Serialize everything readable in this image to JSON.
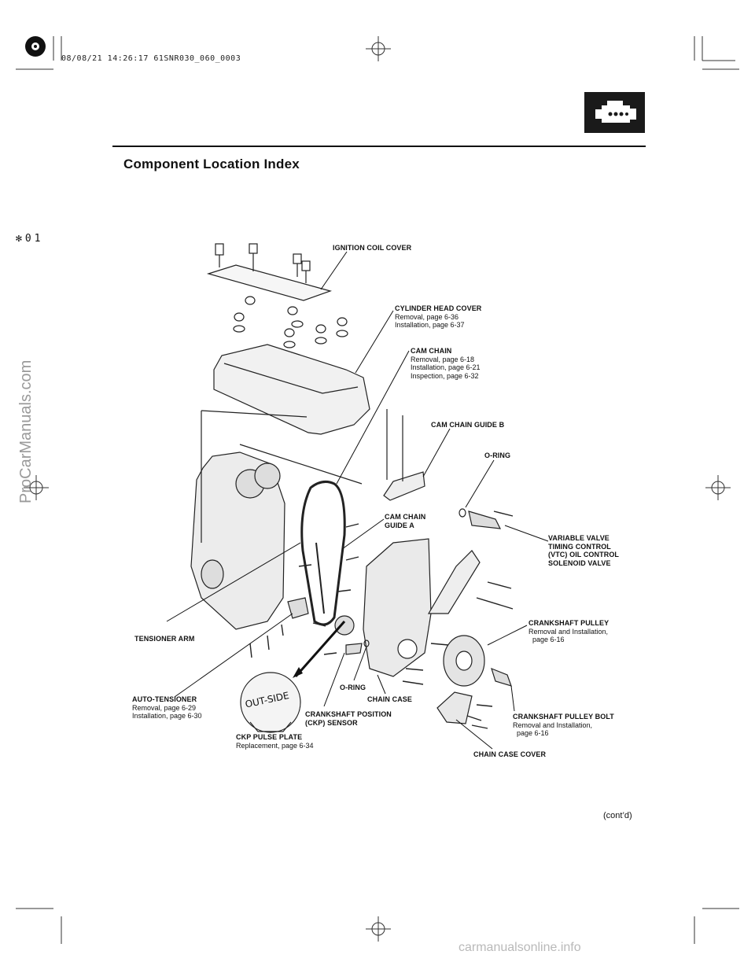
{
  "header": {
    "timestamp": "08/08/21 14:26:17 61SNR030_060_0003",
    "title": "Component Location Index",
    "marker": "✻01",
    "section_icon": "engine-icon"
  },
  "figure": {
    "ckp_plate_text": "OUT-SIDE",
    "labels": [
      {
        "heading": [
          "IGNITION COIL COVER"
        ],
        "details": []
      },
      {
        "heading": [
          "CYLINDER HEAD COVER"
        ],
        "details": [
          "Removal, page 6-36",
          "Installation, page 6-37"
        ]
      },
      {
        "heading": [
          "CAM CHAIN"
        ],
        "details": [
          "Removal, page 6-18",
          "Installation, page 6-21",
          "Inspection, page 6-32"
        ]
      },
      {
        "heading": [
          "CAM CHAIN GUIDE B"
        ],
        "details": []
      },
      {
        "heading": [
          "O-RING"
        ],
        "details": []
      },
      {
        "heading": [
          "CAM CHAIN",
          "GUIDE A"
        ],
        "details": []
      },
      {
        "heading": [
          "VARIABLE VALVE",
          "TIMING CONTROL",
          "(VTC) OIL CONTROL",
          "SOLENOID VALVE"
        ],
        "details": []
      },
      {
        "heading": [
          "CRANKSHAFT PULLEY"
        ],
        "details": [
          "Removal and Installation,",
          "  page 6-16"
        ]
      },
      {
        "heading": [
          "TENSIONER ARM"
        ],
        "details": []
      },
      {
        "heading": [
          "AUTO-TENSIONER"
        ],
        "details": [
          "Removal, page 6-29",
          "Installation, page 6-30"
        ]
      },
      {
        "heading": [
          "O-RING"
        ],
        "details": []
      },
      {
        "heading": [
          "CHAIN CASE"
        ],
        "details": []
      },
      {
        "heading": [
          "CRANKSHAFT POSITION",
          "(CKP) SENSOR"
        ],
        "details": []
      },
      {
        "heading": [
          "CRANKSHAFT PULLEY BOLT"
        ],
        "details": [
          "Removal and Installation,",
          "  page 6-16"
        ]
      },
      {
        "heading": [
          "CKP PULSE PLATE"
        ],
        "details": [
          "Replacement, page 6-34"
        ]
      },
      {
        "heading": [
          "CHAIN CASE COVER"
        ],
        "details": []
      }
    ]
  },
  "footer": {
    "contd": "(cont’d)",
    "watermark_side": "ProCarManuals.com",
    "watermark_bottom": "carmanualsonline.info"
  }
}
